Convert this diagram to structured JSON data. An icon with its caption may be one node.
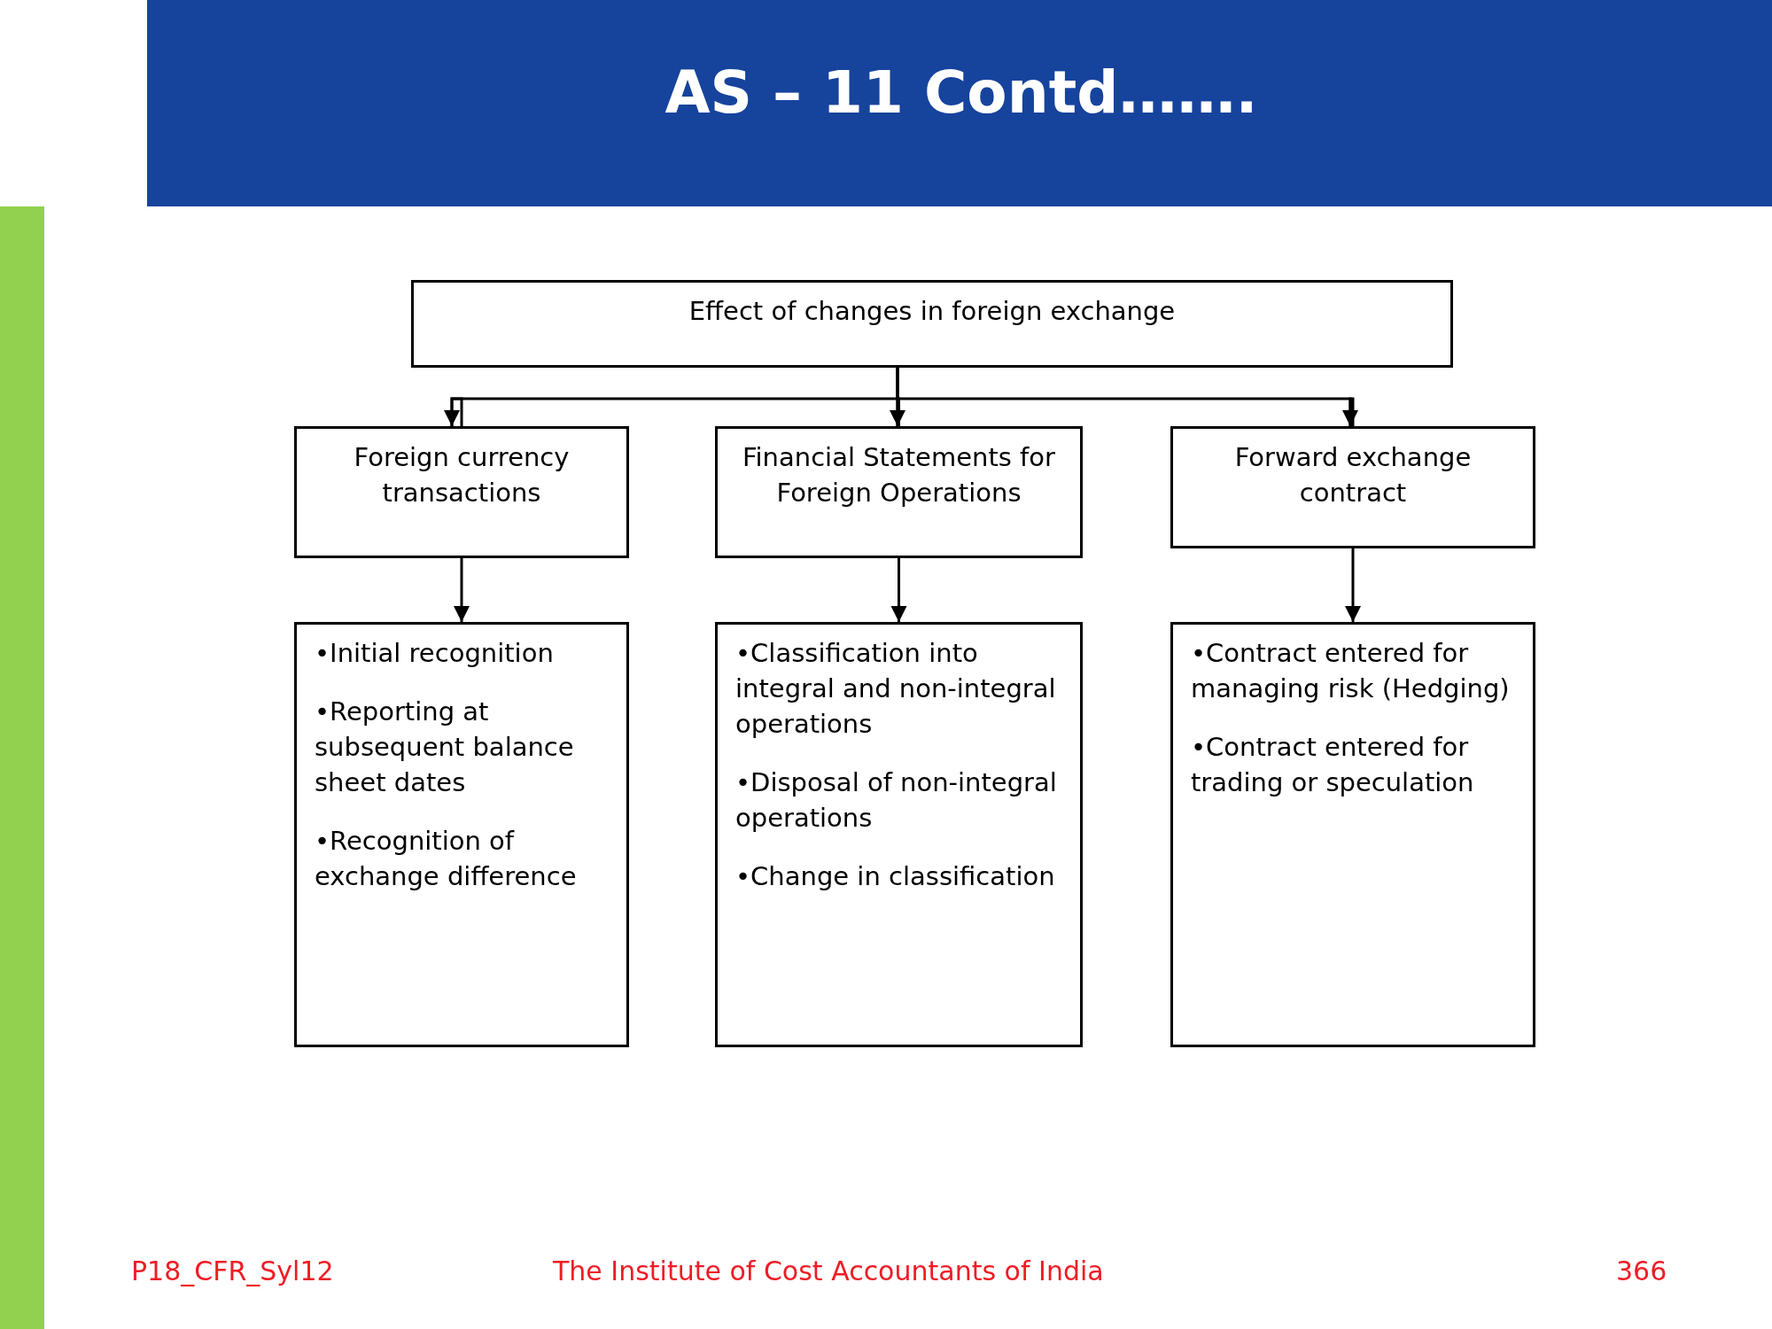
{
  "diagram": {
    "title": "AS – 11 Contd…….",
    "nodes": [
      {
        "text": [
          "Effect of changes in foreign exchange"
        ]
      },
      {
        "text": [
          "Foreign currency transactions"
        ]
      },
      {
        "text": [
          "Financial Statements for Foreign Operations"
        ]
      },
      {
        "text": [
          "Forward exchange contract"
        ]
      },
      {
        "text": [
          "•Initial recognition",
          "•Reporting at subsequent balance sheet dates",
          "•Recognition of exchange difference"
        ]
      },
      {
        "text": [
          "•Classification into integral and non-integral operations",
          "•Disposal of non-integral operations",
          "•Change in classification"
        ]
      },
      {
        "text": [
          "•Contract entered for managing risk (Hedging)",
          "•Contract entered for trading or speculation"
        ]
      }
    ],
    "edges": [
      {
        "from": 0,
        "to": 1,
        "arrow": "to"
      },
      {
        "from": 0,
        "to": 2,
        "arrow": "to"
      },
      {
        "from": 0,
        "to": 3,
        "arrow": "to"
      },
      {
        "from": 1,
        "to": 4,
        "arrow": "to"
      },
      {
        "from": 2,
        "to": 5,
        "arrow": "to"
      },
      {
        "from": 3,
        "to": 6,
        "arrow": "to"
      }
    ],
    "labels": [
      "P18_CFR_Syl12",
      "The Institute of Cost Accountants of India",
      "366"
    ]
  }
}
